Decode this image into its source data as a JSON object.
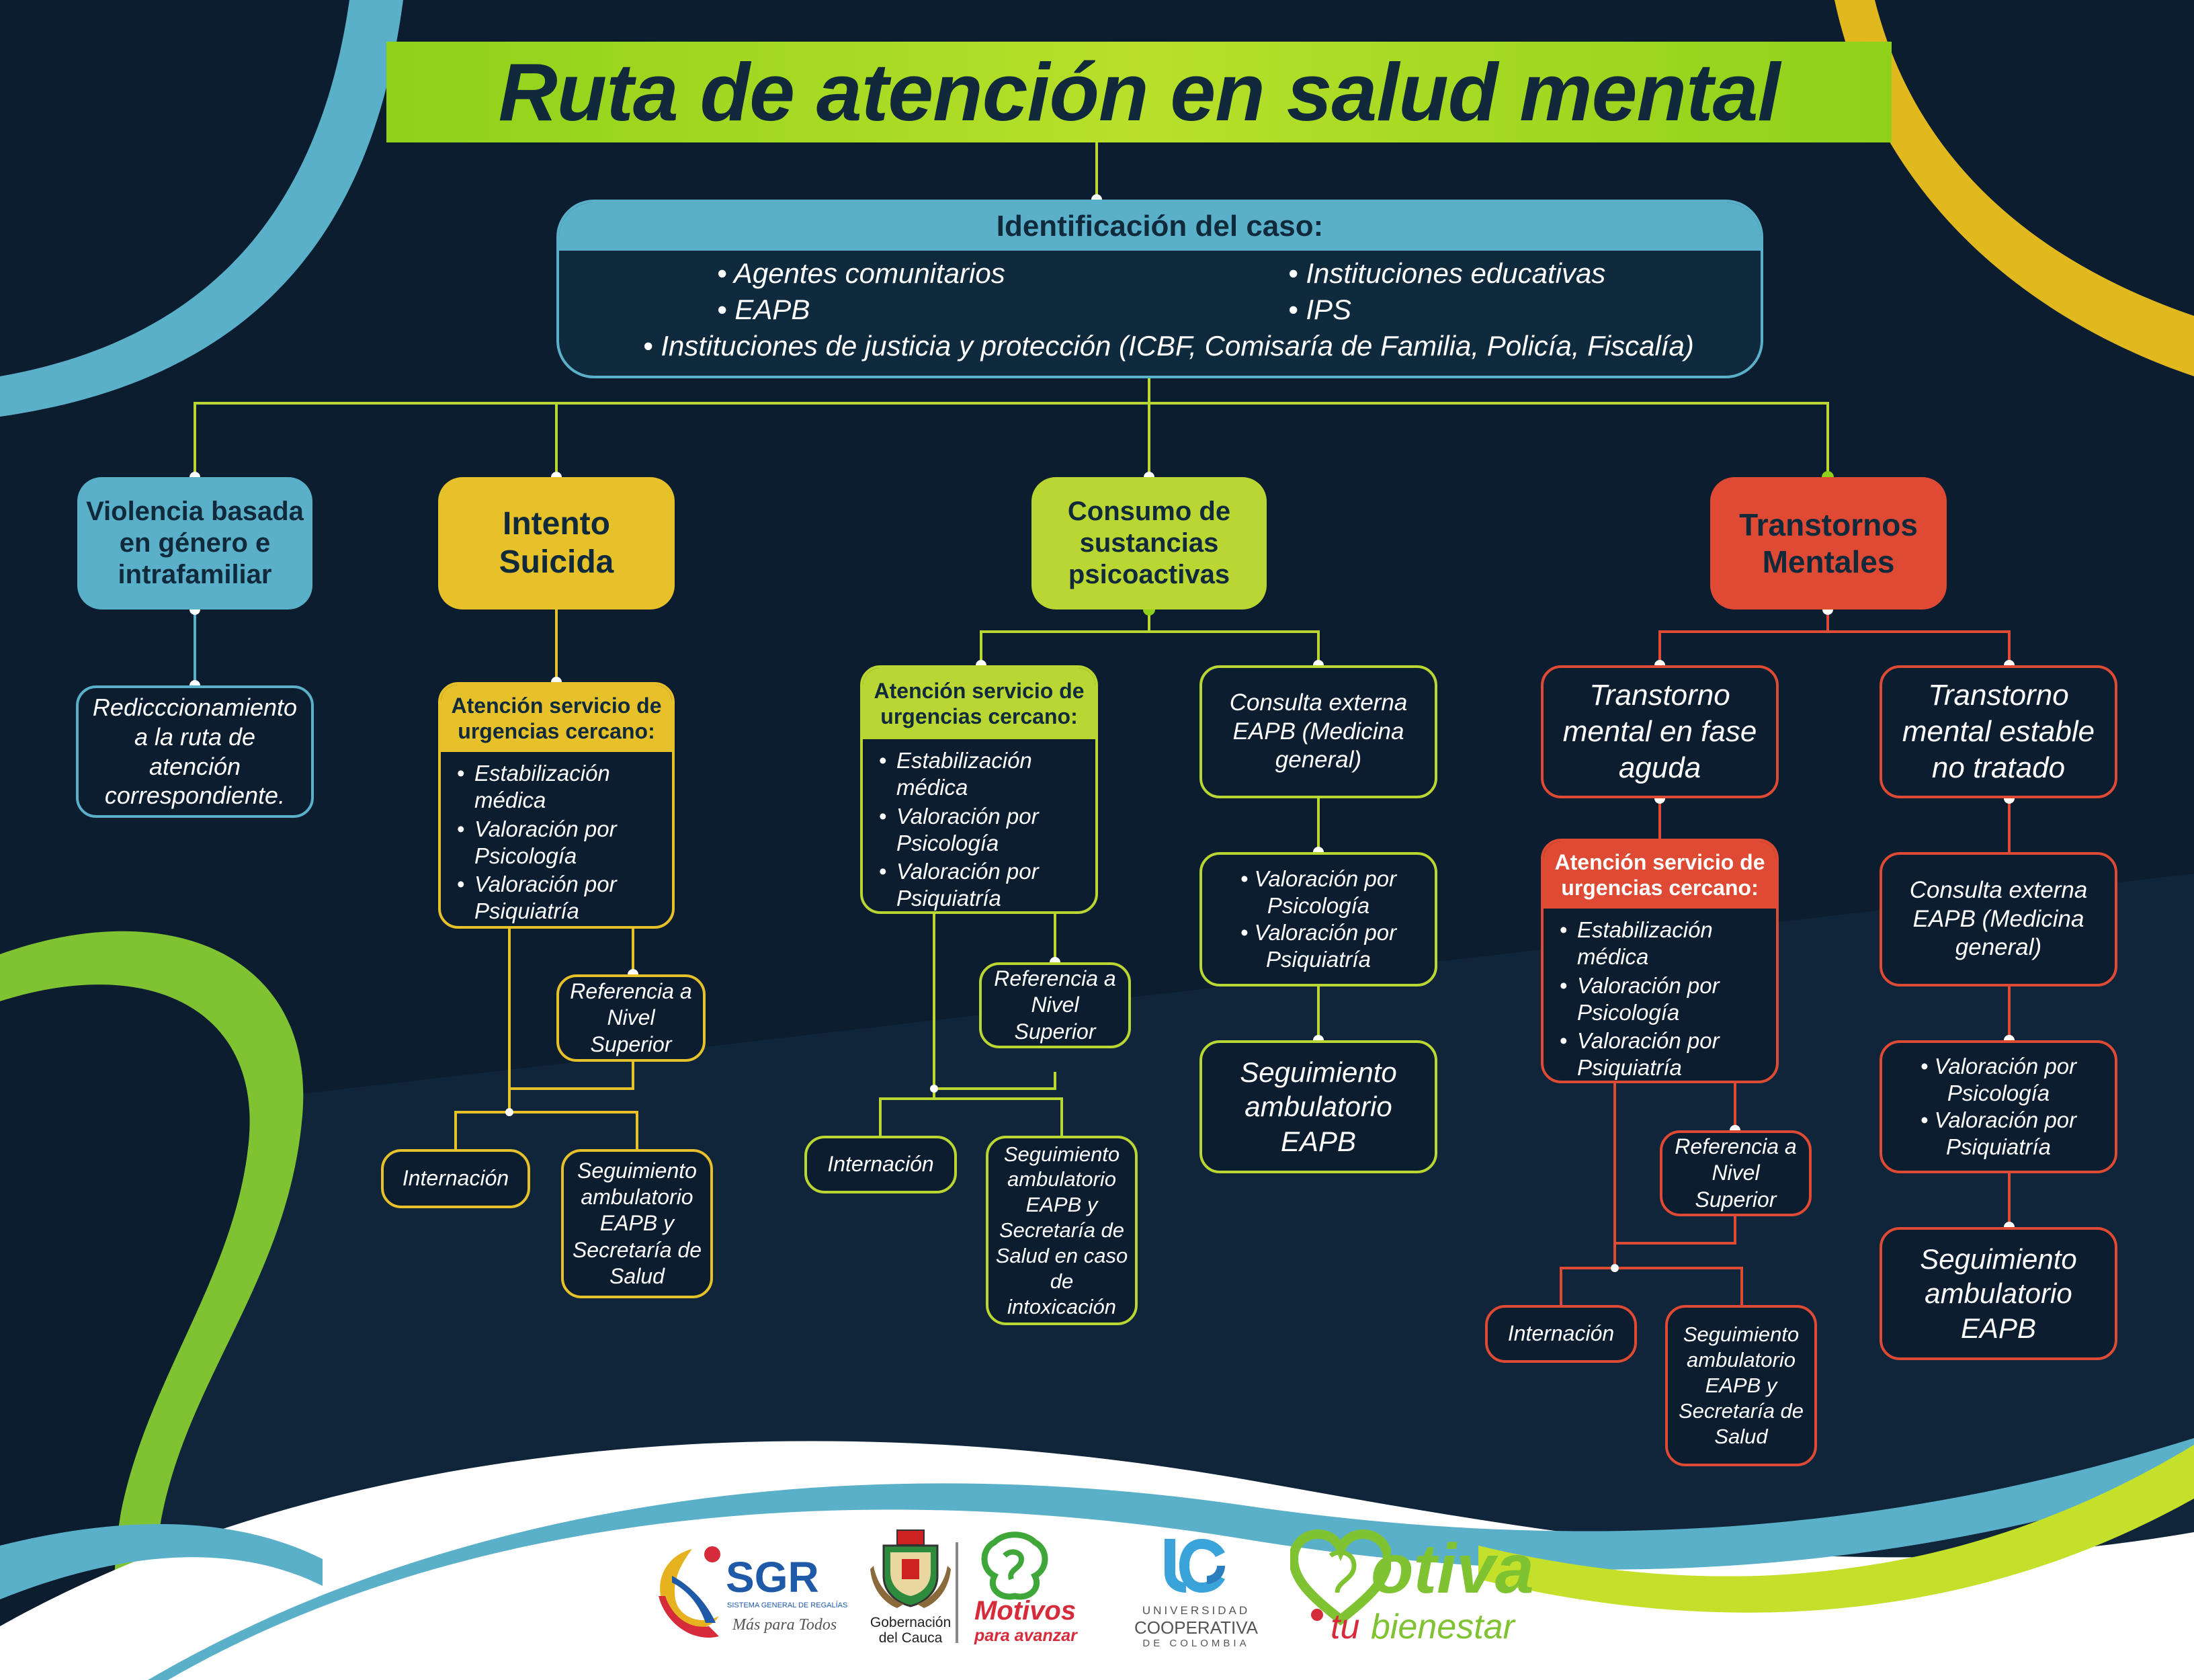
{
  "title": "Ruta de atención en salud mental",
  "identification": {
    "header": "Identificación del caso:",
    "items": [
      "Agentes comunitarios",
      "Instituciones educativas",
      "EAPB",
      "IPS",
      "Instituciones de justicia y protección (ICBF, Comisaría de Familia, Policía, Fiscalía)"
    ]
  },
  "categories": {
    "violencia": "Violencia basada en género e intrafamiliar",
    "suicida": "Intento Suicida",
    "consumo": "Consumo de sustancias psicoactivas",
    "mentales": "Transtornos Mentales"
  },
  "violencia": {
    "redirect": "Redicccionamiento a la ruta de atención correspondiente."
  },
  "suicida": {
    "urgency": {
      "header": "Atención servicio de urgencias cercano:",
      "items": [
        "Estabilización médica",
        "Valoración por Psicología",
        "Valoración por Psiquiatría"
      ]
    },
    "referral": "Referencia a Nivel Superior",
    "hospital": "Internación",
    "followup": "Seguimiento ambulatorio EAPB y Secretaría de Salud"
  },
  "consumo": {
    "urgency": {
      "header": "Atención servicio de urgencias cercano:",
      "items": [
        "Estabilización médica",
        "Valoración por Psicología",
        "Valoración por Psiquiatría"
      ]
    },
    "referral": "Referencia a Nivel Superior",
    "hospital": "Internación",
    "followup": "Seguimiento ambulatorio EAPB y Secretaría de Salud en caso de intoxicación",
    "consult": "Consulta externa EAPB (Medicina general)",
    "evaluations": [
      "Valoración por Psicología",
      "Valoración por Psiquiatría"
    ],
    "ambulatory": "Seguimiento ambulatorio EAPB"
  },
  "mentales": {
    "acute": "Transtorno mental en fase aguda",
    "stable": "Transtorno mental estable no tratado",
    "urgency": {
      "header": "Atención servicio de urgencias cercano:",
      "items": [
        "Estabilización médica",
        "Valoración por Psicología",
        "Valoración por Psiquiatría"
      ]
    },
    "referral": "Referencia a Nivel Superior",
    "hospital": "Internación",
    "followup": "Seguimiento ambulatorio EAPB y Secretaría de Salud",
    "consult": "Consulta externa EAPB (Medicina general)",
    "evaluations": [
      "Valoración por Psicología",
      "Valoración por Psiquiatría"
    ],
    "ambulatory": "Seguimiento ambulatorio EAPB"
  },
  "logos": {
    "sgr": "SGR",
    "sgr_sub": "SISTEMA GENERAL DE REGALÍAS",
    "sgr_slogan": "Más para Todos",
    "cauca": "Gobernación del Cauca",
    "motivos": "Motivos",
    "motivos_sub": "para avanzar",
    "ucc_top": "UNIVERSIDAD",
    "ucc_mid": "COOPERATIVA",
    "ucc_bot": "DE COLOMBIA",
    "motiva": "otiva",
    "motiva_tu": "tu",
    "motiva_bien": "bienestar"
  },
  "colors": {
    "background": "#0c1d30",
    "title_bar": "#a3d81f",
    "blue": "#5ab0c8",
    "yellow": "#e6c12a",
    "green": "#b9d632",
    "red": "#de4a33"
  }
}
